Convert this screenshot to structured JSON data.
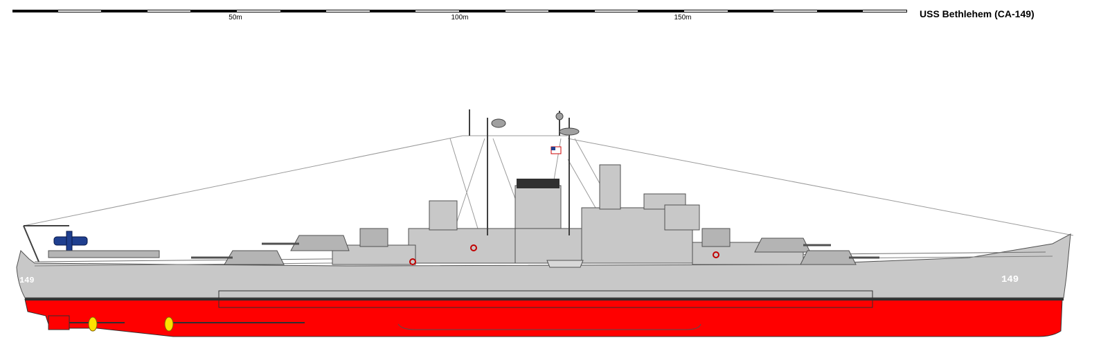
{
  "title": "USS Bethlehem (CA-149)",
  "scale": {
    "labels": [
      "50m",
      "100m",
      "150m"
    ]
  },
  "hull_numbers": {
    "bow": "149",
    "stern": "149"
  },
  "colors": {
    "hull_gray": "#c8c8c8",
    "deck_gray": "#b4b4b4",
    "antifouling_red": "#ff0000",
    "boot_top": "#303030",
    "outline": "#505050",
    "rigging": "#9a9a9a",
    "aircraft_blue": "#1f3f8f",
    "propeller_yellow": "#ffe000"
  },
  "icons": [
    "scale-bar",
    "us-flag-icon",
    "radar-antenna-icon",
    "aircraft-icon",
    "propeller-icon",
    "life-ring-icon"
  ]
}
